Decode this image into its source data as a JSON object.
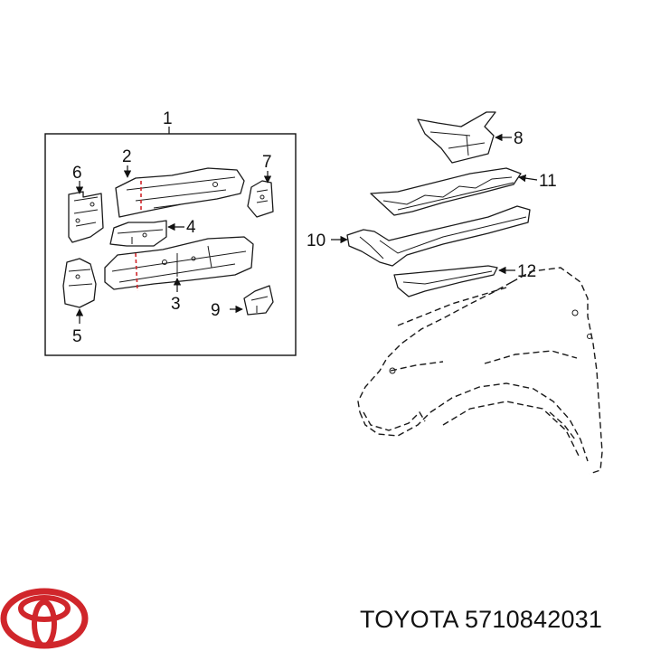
{
  "callouts": {
    "c1": "1",
    "c2": "2",
    "c3": "3",
    "c4": "4",
    "c5": "5",
    "c6": "6",
    "c7": "7",
    "c8": "8",
    "c9": "9",
    "c10": "10",
    "c11": "11",
    "c12": "12"
  },
  "footer": {
    "brand": "TOYOTA",
    "part_number": "5710842031",
    "logo_color": "#d0262b"
  }
}
